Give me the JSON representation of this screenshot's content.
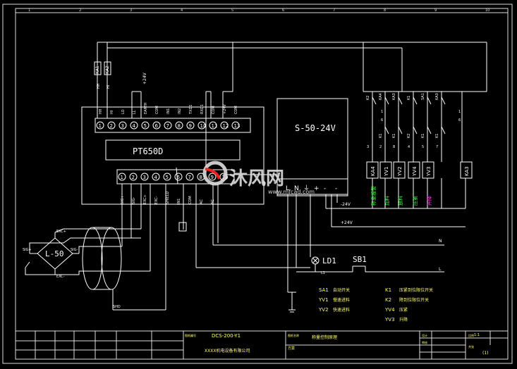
{
  "colors": {
    "background": "#000000",
    "line": "#ffffff",
    "label": "#ffff66",
    "green": "#33ff33",
    "magenta": "#ff33ff",
    "red": "#ff3333",
    "blue": "#3333ff",
    "watermark": "#d9d9d9",
    "watermark_accent": "#ff2222"
  },
  "border": {
    "column_numbers": [
      "1",
      "2",
      "3",
      "4",
      "5",
      "6",
      "7",
      "8",
      "9",
      "10"
    ]
  },
  "controller": {
    "model": "PT650D",
    "top_pins": [
      "HH",
      "HI",
      "LO",
      "LL",
      "EARTH",
      "COM",
      "IN1",
      "IN2",
      "TXD1",
      "RXD1",
      "COM",
      "+24V",
      "COM"
    ],
    "top_numbers": [
      "1",
      "2",
      "3",
      "4",
      "5",
      "6",
      "7",
      "8",
      "9",
      "10",
      "11",
      "12",
      "13"
    ],
    "bottom_numbers": [
      "1",
      "2",
      "3",
      "4",
      "5",
      "6",
      "7",
      "8",
      "9",
      "10"
    ],
    "bottom_pins": [
      "SIG+",
      "SIG-",
      "EXC+",
      "EXC-",
      "SHIELD",
      "IN1",
      "COM",
      "AC",
      "AC"
    ],
    "relay_labels": [
      "KA1",
      "KA2"
    ],
    "relay_top_labels": [
      "HH",
      "HI"
    ],
    "voltage_label": "+24V"
  },
  "power_supply": {
    "model": "S-50-24V",
    "terminals": [
      "L",
      "N",
      "⏚",
      "+",
      "-",
      "-"
    ],
    "minus24": "-24V",
    "plus24": "+24V"
  },
  "relay_ladder": {
    "top_contacts": [
      "K2",
      "KA4",
      "KA3",
      "K1",
      "SA1",
      "KA3"
    ],
    "wire_numbers": [
      "1",
      "6",
      "1",
      "6"
    ],
    "mid_contacts": [
      "K1",
      "K1",
      "K2",
      "K1",
      "K1"
    ],
    "node_numbers": [
      "3",
      "2",
      "8",
      "4",
      "5",
      "7"
    ],
    "coils": [
      "KA4",
      "YV1",
      "YV2",
      "YV4",
      "YV3",
      "KA3"
    ],
    "coil_descriptions": [
      "称重报警",
      "加料",
      "放料",
      "压紧",
      "升降"
    ]
  },
  "sensor": {
    "load_cell": "L-50",
    "pins": [
      "SIG+",
      "SIG-",
      "EXC+",
      "EXC-"
    ],
    "shield_label": "SHD"
  },
  "mains": {
    "n_label": "N",
    "l_label": "L",
    "lamp": "LD1",
    "button": "SB1",
    "lamp_node": "L1"
  },
  "legend_left": [
    {
      "code": "SA1",
      "desc": "自动开关"
    },
    {
      "code": "YV1",
      "desc": "慢速进料"
    },
    {
      "code": "YV2",
      "desc": "快速进料"
    }
  ],
  "legend_right": [
    {
      "code": "K1",
      "desc": "压紧到位限位开关"
    },
    {
      "code": "K2",
      "desc": "降到位限位开关"
    },
    {
      "code": "YV4",
      "desc": "压紧"
    },
    {
      "code": "YV3",
      "desc": "升降"
    }
  ],
  "title_block": {
    "drawing_no": "DCS-200-Y1",
    "company": "XXXX机电设备有限公司",
    "title": "称量控制原理",
    "stage_label": "方案",
    "scale": "1:1",
    "sheet": "(1)",
    "cell_labels": [
      "图纸编号",
      "图纸名称",
      "设计",
      "审核",
      "比例",
      "共张"
    ]
  },
  "watermark": {
    "brand": "沐风网",
    "url": "www.mfcad.com"
  }
}
